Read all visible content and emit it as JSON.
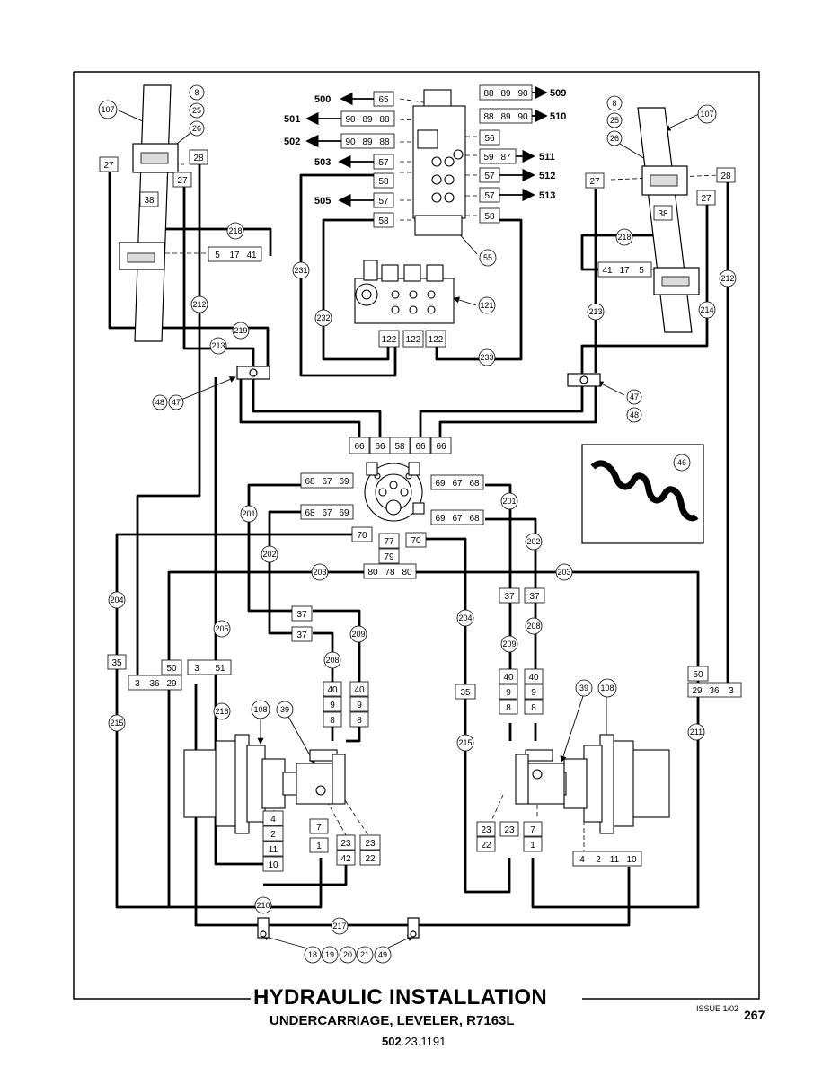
{
  "title": "HYDRAULIC INSTALLATION",
  "subtitle": "UNDERCARRIAGE, LEVELER, R7163L",
  "doc_number_bold": "502",
  "doc_number_rest": ".23.1191",
  "issue": "ISSUE 1/02",
  "page_number": "267",
  "outputs": {
    "o500": "500",
    "o501": "501",
    "o502": "502",
    "o503": "503",
    "o505": "505",
    "o509": "509",
    "o510": "510",
    "o511": "511",
    "o512": "512",
    "o513": "513"
  }
}
